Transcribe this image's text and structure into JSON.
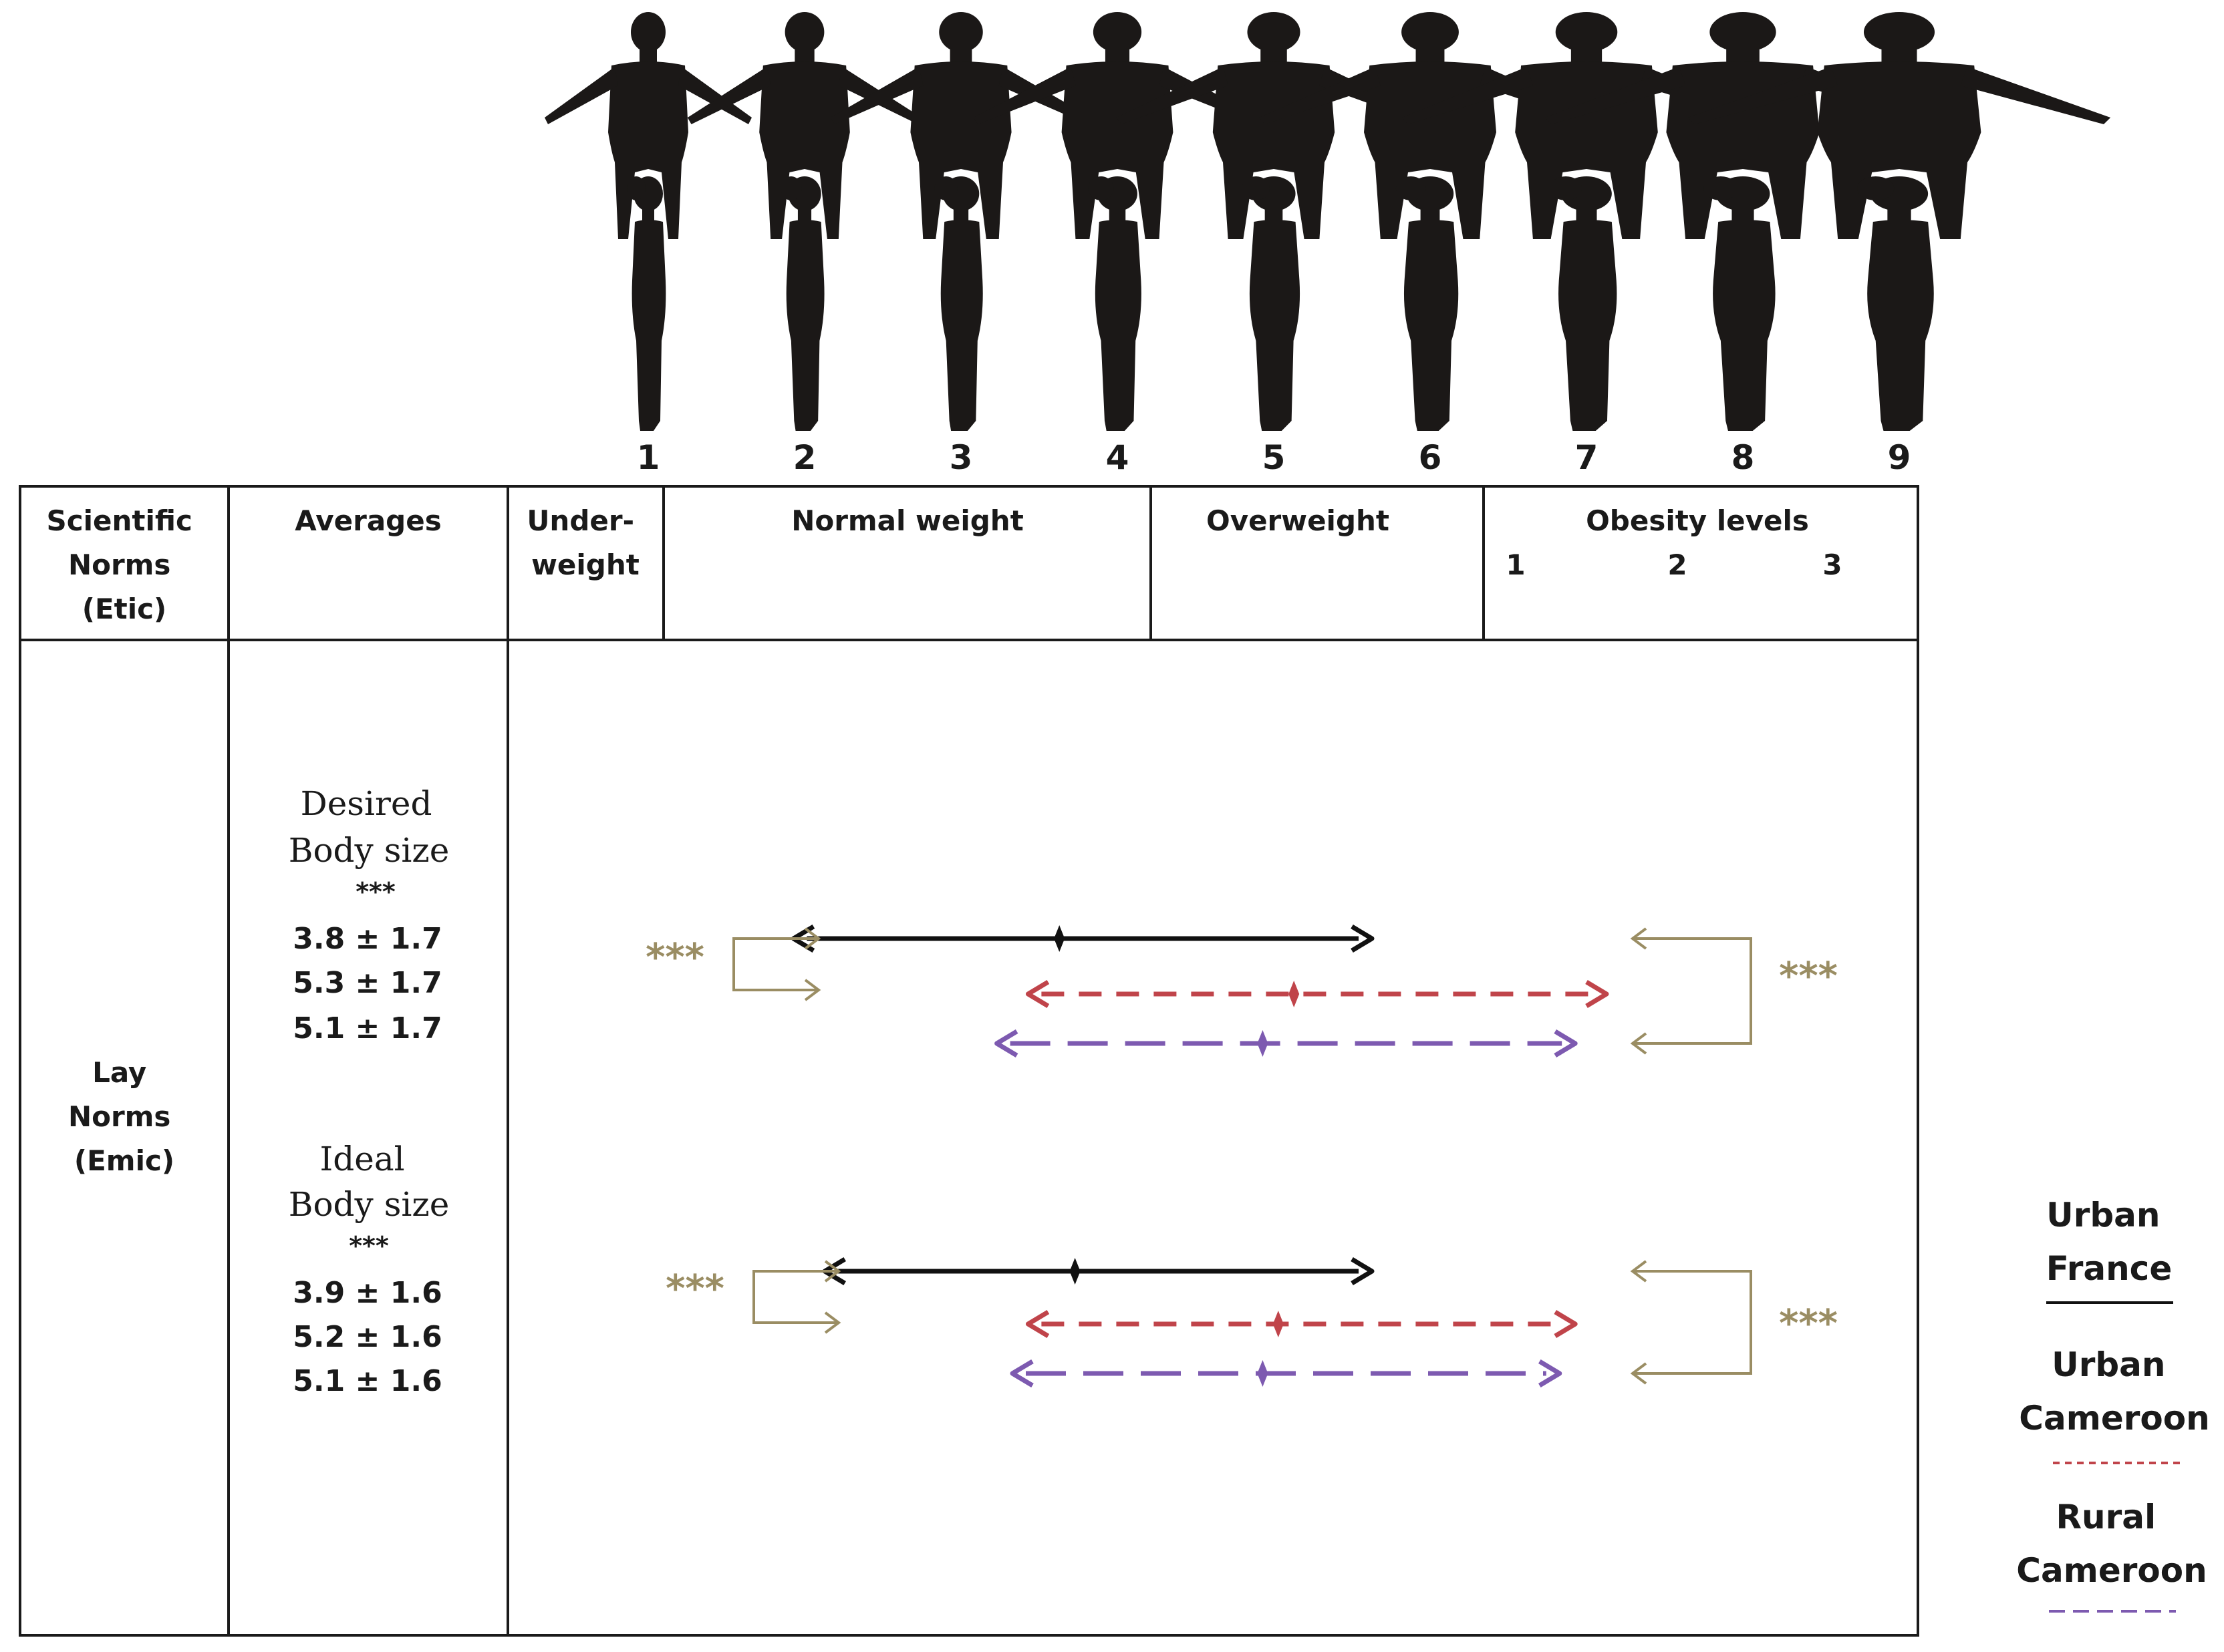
{
  "silhouettes": {
    "numbers": [
      "1",
      "2",
      "3",
      "4",
      "5",
      "6",
      "7",
      "8",
      "9"
    ]
  },
  "table": {
    "header": {
      "scientific_norms": [
        "Scientific",
        "Norms",
        "(Etic)"
      ],
      "averages": "Averages",
      "underweight": [
        "Under-",
        "weight"
      ],
      "normal_weight": "Normal weight",
      "overweight": "Overweight",
      "obesity_levels": "Obesity levels",
      "obesity_level_numbers": [
        "1",
        "2",
        "3"
      ]
    },
    "lay_norms": [
      "Lay",
      "Norms",
      "(Emic)"
    ],
    "desired": {
      "title": [
        "Desired",
        "Body size"
      ],
      "significance": "***",
      "values": [
        "3.8 ± 1.7",
        "5.3 ± 1.7",
        "5.1 ± 1.7"
      ]
    },
    "ideal": {
      "title": [
        "Ideal",
        "Body size"
      ],
      "significance": "***",
      "values": [
        "3.9 ± 1.6",
        "5.2 ± 1.6",
        "5.1 ± 1.6"
      ]
    }
  },
  "significance_markers": {
    "desired_left": "***",
    "desired_right": "***",
    "ideal_left": "***",
    "ideal_right": "***",
    "color": "#9a8d63"
  },
  "legend": [
    {
      "label": [
        "Urban",
        "France"
      ],
      "color": "#111111",
      "dash": "solid"
    },
    {
      "label": [
        "Urban",
        "Cameroon"
      ],
      "color": "#c0444a",
      "dash": "short-dash"
    },
    {
      "label": [
        "Rural",
        "Cameroon"
      ],
      "color": "#7d5ab0",
      "dash": "long-dash"
    }
  ],
  "colors": {
    "urban_france": "#111111",
    "urban_cameroon": "#c0444a",
    "rural_cameroon": "#7d5ab0",
    "bracket": "#9a8d63"
  },
  "chart_data": {
    "type": "range-diagram",
    "scale": {
      "min": 1,
      "max": 9
    },
    "groups": [
      {
        "name": "Desired Body size",
        "series": [
          {
            "name": "Urban France",
            "mean": 3.8,
            "sd": 1.7
          },
          {
            "name": "Urban Cameroon",
            "mean": 5.3,
            "sd": 1.7
          },
          {
            "name": "Rural Cameroon",
            "mean": 5.1,
            "sd": 1.7
          }
        ]
      },
      {
        "name": "Ideal Body size",
        "series": [
          {
            "name": "Urban France",
            "mean": 3.9,
            "sd": 1.6
          },
          {
            "name": "Urban Cameroon",
            "mean": 5.2,
            "sd": 1.6
          },
          {
            "name": "Rural Cameroon",
            "mean": 5.1,
            "sd": 1.6
          }
        ]
      }
    ]
  }
}
